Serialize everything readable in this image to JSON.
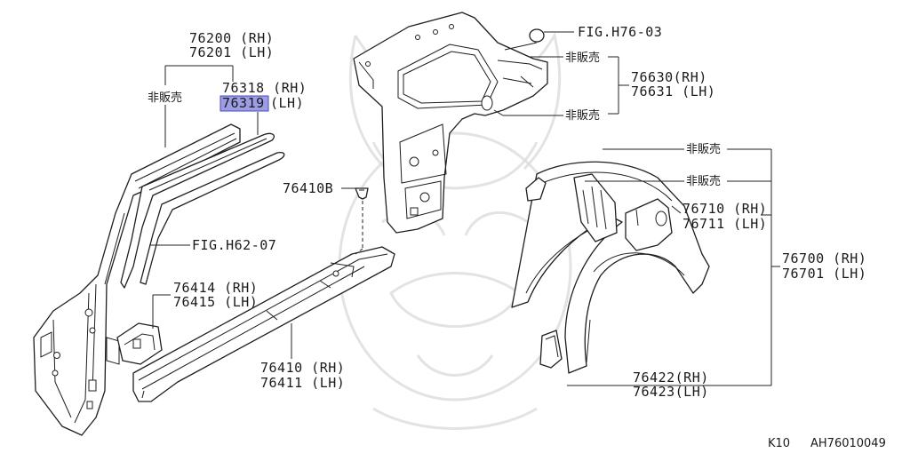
{
  "labels": {
    "l76200": "76200 (RH)",
    "l76201": "76201 (LH)",
    "not_sold_left": "非販売",
    "l76318": "76318 (RH)",
    "l76319_num": "76319",
    "l76319_side": "(LH)",
    "fig_h62": "FIG.H62-07",
    "l76410b": "76410B",
    "l76414": "76414 (RH)",
    "l76415": "76415 (LH)",
    "l76410": "76410 (RH)",
    "l76411": "76411 (LH)",
    "fig_h76": "FIG.H76-03",
    "not_sold_top1": "非販売",
    "not_sold_top2": "非販売",
    "l76630": "76630(RH)",
    "l76631": "76631 (LH)",
    "not_sold_r1": "非販売",
    "not_sold_r2": "非販売",
    "l76710": "76710 (RH)",
    "l76711": "76711 (LH)",
    "l76700": "76700 (RH)",
    "l76701": "76701 (LH)",
    "l76422": "76422(RH)",
    "l76423": "76423(LH)"
  },
  "footer": {
    "model": "K10",
    "code": "AH76010049"
  },
  "highlight": {
    "part_number": "76319",
    "color": "#9d9de6"
  }
}
